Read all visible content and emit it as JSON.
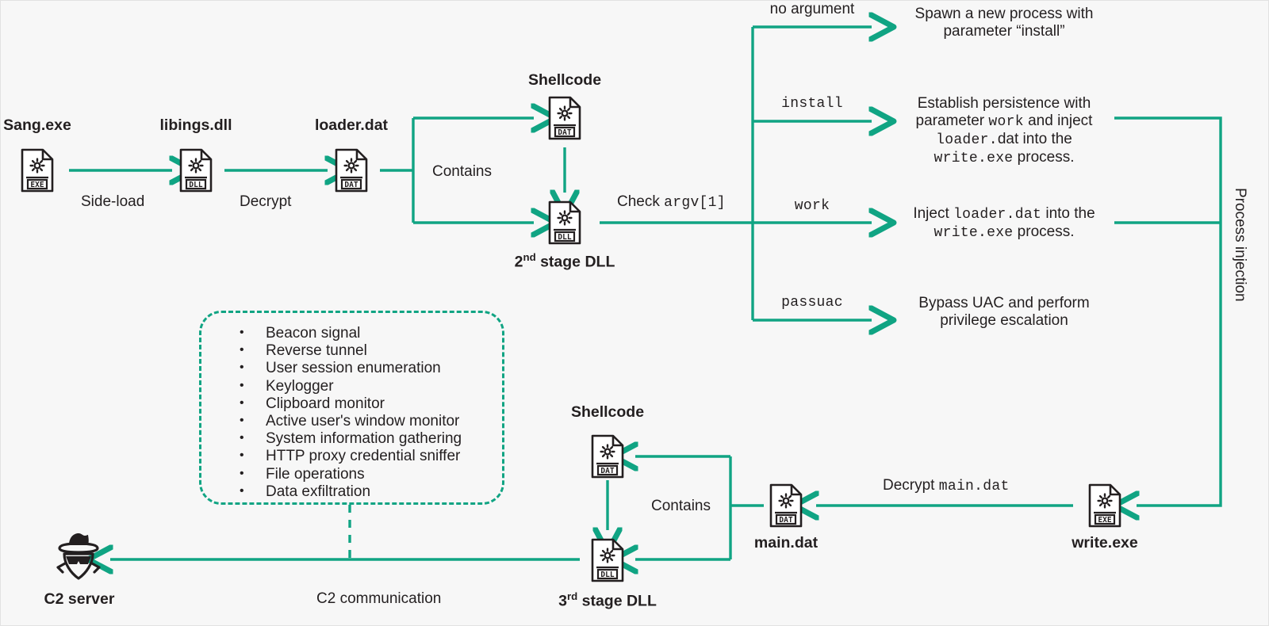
{
  "diagram": {
    "title": "Sang.exe multi-stage loader and C2 execution flow",
    "accent_color": "#10a483",
    "ink_color": "#231f20",
    "background_color": "#f7f7f7"
  },
  "nodes": [
    {
      "id": "sang",
      "label": "Sang.exe",
      "icon": "file-exe-icon",
      "ext": "EXE"
    },
    {
      "id": "libings",
      "label": "libings.dll",
      "icon": "file-dll-icon",
      "ext": "DLL"
    },
    {
      "id": "loader",
      "label": "loader.dat",
      "icon": "file-dat-icon",
      "ext": "DAT"
    },
    {
      "id": "shellcode1",
      "label": "Shellcode",
      "icon": "file-dat-icon",
      "ext": "DAT"
    },
    {
      "id": "stage2",
      "label_html": "2<sup>nd</sup> stage DLL",
      "label": "2nd stage DLL",
      "icon": "file-dll-icon",
      "ext": "DLL"
    },
    {
      "id": "shellcode2",
      "label": "Shellcode",
      "icon": "file-dat-icon",
      "ext": "DAT"
    },
    {
      "id": "stage3",
      "label_html": "3<sup>rd</sup> stage DLL",
      "label": "3rd stage DLL",
      "icon": "file-dll-icon",
      "ext": "DLL"
    },
    {
      "id": "maindat",
      "label": "main.dat",
      "icon": "file-dat-icon",
      "ext": "DAT"
    },
    {
      "id": "writeexe",
      "label": "write.exe",
      "icon": "file-exe-icon",
      "ext": "EXE"
    },
    {
      "id": "c2",
      "label": "C2 server",
      "icon": "hacker-icon",
      "ext": ""
    }
  ],
  "edge_labels": {
    "side_load": "Side-load",
    "decrypt": "Decrypt",
    "contains_top": "Contains",
    "contains_bottom": "Contains",
    "check_argv_prefix": "Check ",
    "check_argv_mono": "argv[1]",
    "decrypt_main_prefix": "Decrypt ",
    "decrypt_main_mono": "main.dat",
    "c2_communication": "C2 communication",
    "process_injection": "Process injection"
  },
  "branches": [
    {
      "arg": "no argument",
      "arg_is_mono": false,
      "outcome_lines": [
        [
          {
            "t": "Spawn a new process with",
            "m": false
          }
        ],
        [
          {
            "t": "parameter “install”",
            "m": false
          }
        ]
      ]
    },
    {
      "arg": "install",
      "arg_is_mono": true,
      "outcome_lines": [
        [
          {
            "t": "Establish persistence with",
            "m": false
          }
        ],
        [
          {
            "t": "parameter ",
            "m": false
          },
          {
            "t": "work",
            "m": true
          },
          {
            "t": " and inject",
            "m": false
          }
        ],
        [
          {
            "t": "loader.",
            "m": true
          },
          {
            "t": "dat into the",
            "m": false
          }
        ],
        [
          {
            "t": "write.exe",
            "m": true
          },
          {
            "t": " process.",
            "m": false
          }
        ]
      ]
    },
    {
      "arg": "work",
      "arg_is_mono": true,
      "outcome_lines": [
        [
          {
            "t": "Inject ",
            "m": false
          },
          {
            "t": "loader.dat",
            "m": true
          },
          {
            "t": " into the",
            "m": false
          }
        ],
        [
          {
            "t": "write.exe",
            "m": true
          },
          {
            "t": " process.",
            "m": false
          }
        ]
      ]
    },
    {
      "arg": "passuac",
      "arg_is_mono": true,
      "outcome_lines": [
        [
          {
            "t": "Bypass UAC and perform",
            "m": false
          }
        ],
        [
          {
            "t": "privilege escalation",
            "m": false
          }
        ]
      ]
    }
  ],
  "capabilities": {
    "items": [
      "Beacon signal",
      "Reverse tunnel",
      "User session enumeration",
      "Keylogger",
      "Clipboard monitor",
      "Active user's window monitor",
      "System information gathering",
      "HTTP proxy credential sniffer",
      "File operations",
      "Data exfiltration"
    ]
  }
}
